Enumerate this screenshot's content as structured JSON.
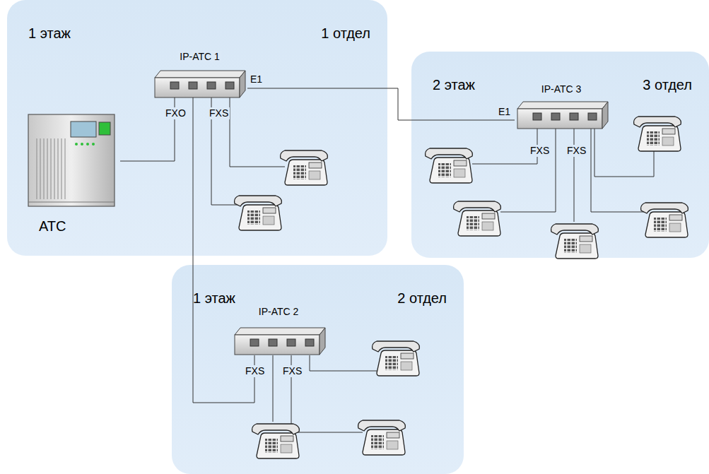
{
  "diagram": {
    "nodes": [
      {
        "text": [
          "1 этаж",
          "1 отдел"
        ]
      },
      {
        "text": [
          "IP-АТС 1"
        ],
        "in": 0
      },
      {
        "text": [
          "АТС"
        ],
        "in": 0
      },
      {
        "text": [
          "2 этаж",
          "3 отдел"
        ]
      },
      {
        "text": [
          "IP-АТС 3"
        ],
        "in": 3
      },
      {
        "text": [
          "1 этаж",
          "2 отдел"
        ]
      },
      {
        "text": [
          "IP-АТС 2"
        ],
        "in": 5
      }
    ],
    "edges": [
      {
        "from": 2,
        "to": 1,
        "arrow": "none"
      },
      {
        "from": 1,
        "to": 4,
        "arrow": "none"
      },
      {
        "from": 1,
        "to": 6,
        "arrow": "none"
      }
    ],
    "labels": [
      "E1",
      "FXO",
      "FXS",
      "E1",
      "FXS",
      "FXS",
      "FXS",
      "FXS"
    ]
  }
}
